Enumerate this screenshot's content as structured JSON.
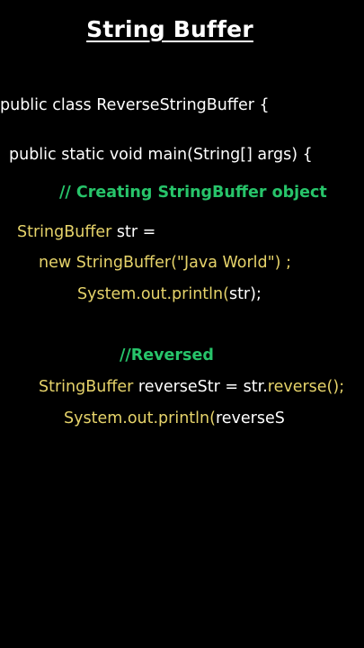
{
  "title": "String Buffer",
  "colors": {
    "background": "#000000",
    "plain": "#ffffff",
    "highlight": "#e6d36a",
    "comment": "#27c46a"
  },
  "code": {
    "class_decl": "public class ReverseStringBuffer {",
    "main_decl": "public static void main(String[] args) {",
    "comment_create": "// Creating StringBuffer object",
    "line_str_decl": {
      "type": "StringBuffer",
      "rest": " str ="
    },
    "line_new": "new StringBuffer(\"Java World\") ;",
    "line_print1": {
      "call": "System.out.println(",
      "rest": "str);"
    },
    "comment_reversed": "//Reversed",
    "line_reverse": {
      "type": "StringBuffer",
      "mid": " reverseStr = str.",
      "call": "reverse();"
    },
    "line_print2": {
      "call": "System.out.println(",
      "rest": "reverseS"
    }
  }
}
